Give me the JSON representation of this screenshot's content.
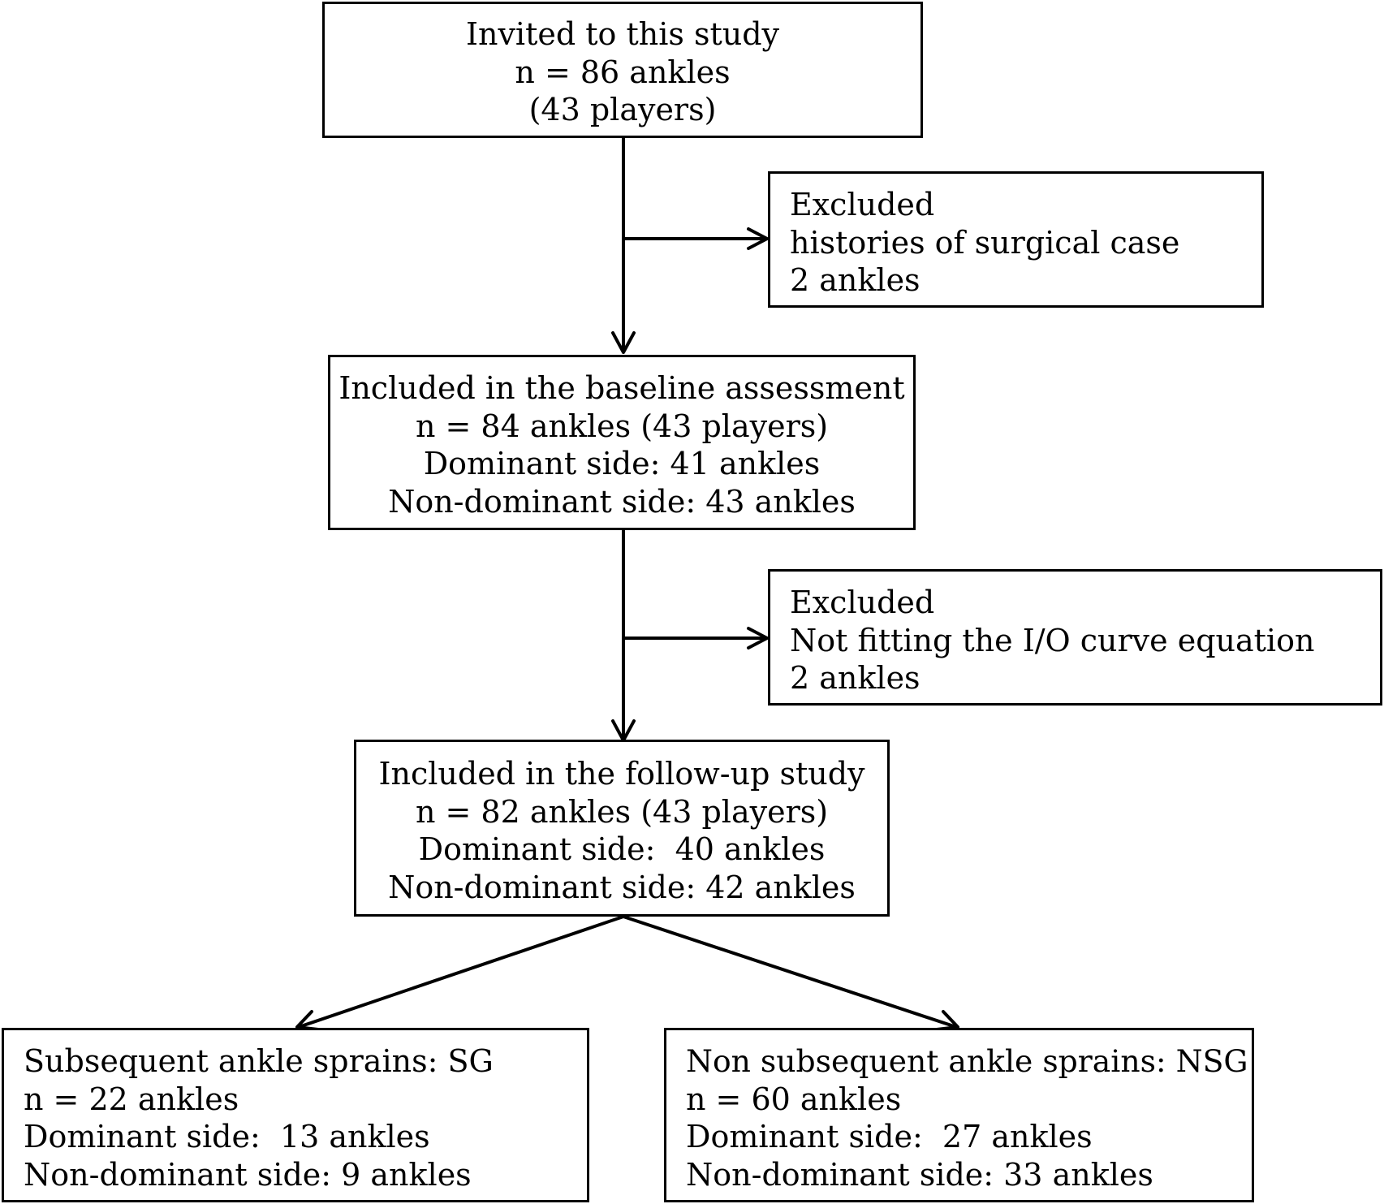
{
  "nodes": {
    "invited": {
      "lines": [
        "Invited to this study",
        "n = 86 ankles",
        "(43 players)"
      ]
    },
    "excluded_surgical": {
      "lines": [
        "Excluded",
        "histories of surgical case",
        "2 ankles"
      ]
    },
    "baseline": {
      "lines": [
        "Included in the baseline assessment",
        "n = 84 ankles (43 players)",
        "Dominant side: 41 ankles",
        "Non-dominant side: 43 ankles"
      ]
    },
    "excluded_io": {
      "lines": [
        "Excluded",
        "Not fitting the I/O curve equation",
        "2 ankles"
      ]
    },
    "followup": {
      "lines": [
        "Included in the follow-up study",
        "n = 82 ankles (43 players)",
        "Dominant side:  40 ankles",
        "Non-dominant side: 42 ankles"
      ]
    },
    "sg": {
      "lines": [
        "Subsequent ankle sprains: SG",
        "n = 22 ankles",
        "Dominant side:  13 ankles",
        "Non-dominant side: 9 ankles"
      ]
    },
    "nsg": {
      "lines": [
        "Non subsequent ankle sprains: NSG",
        "n = 60 ankles",
        "Dominant side:  27 ankles",
        "Non-dominant side: 33 ankles"
      ]
    }
  },
  "edges": [
    {
      "from": "invited",
      "to": "baseline"
    },
    {
      "from": "invited",
      "to": "excluded_surgical"
    },
    {
      "from": "baseline",
      "to": "followup"
    },
    {
      "from": "baseline",
      "to": "excluded_io"
    },
    {
      "from": "followup",
      "to": "sg"
    },
    {
      "from": "followup",
      "to": "nsg"
    }
  ],
  "colors": {
    "stroke": "#000000",
    "background": "#ffffff"
  }
}
